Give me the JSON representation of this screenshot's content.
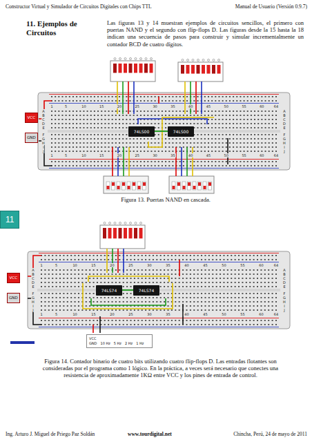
{
  "diagram": {
    "title": "11. Ejemplos de Circuitos",
    "nodes": [
      {
        "text": [
          "VCC",
          "GND"
        ]
      },
      {
        "text": [
          "74LS00"
        ]
      },
      {
        "text": [
          "74LS00"
        ]
      },
      {
        "text": [
          "11"
        ]
      },
      {
        "text": [
          "VCC",
          "GND"
        ]
      },
      {
        "text": [
          "74LS74"
        ]
      },
      {
        "text": [
          "74LS74"
        ]
      },
      {
        "text": [
          "VCC",
          "GND",
          "10 Hz",
          "5 Hz",
          "2 Hz",
          "1 Hz"
        ]
      }
    ],
    "edges": [
      {
        "from": 1,
        "to": 2,
        "arrow": "none"
      },
      {
        "from": 5,
        "to": 6,
        "arrow": "none"
      }
    ],
    "labels": [
      "Constructor Virtual y Simulador de Circuitos Digitales con Chips TTL",
      "Manual de Usuario (Versión 0.9.7)",
      "Las figuras 13 y 14 muestran ejemplos de circuitos sencillos, el primero con puertas NAND y el segundo con flip-flops D. Las figuras desde la 15 hasta la 18 indican una secuencia de pasos para construir y simular incrementalmente un contador BCD de cuatro dígitos.",
      "Figura 13. Puertas NAND en cascada.",
      "Figura 14. Contador binario de cuatro bits utilizando cuatro flip-flops D. Las entradas flotantes son consideradas por el programa como 1 lógico. En la práctica, a veces será necesario que conectes una resistencia de aproximadamente 1KΩ entre VCC y los pines de entrada de control.",
      "Ing. Arturo J. Miguel de Priego Paz Soldán",
      "www.tourdigital.net",
      "Chincha, Perú, 24 de mayo de 2011",
      "1",
      "5",
      "10",
      "15",
      "20",
      "25",
      "30",
      "35",
      "40",
      "45",
      "50",
      "55",
      "60",
      "64",
      "1",
      "5",
      "10",
      "15",
      "20",
      "25",
      "30",
      "35",
      "40",
      "45",
      "50",
      "55",
      "60",
      "64",
      "A",
      "B",
      "C",
      "D",
      "E",
      "F",
      "G",
      "H",
      "I",
      "J",
      "A",
      "B",
      "C",
      "D",
      "E",
      "F",
      "G",
      "H",
      "I",
      "J",
      "1",
      "5",
      "10",
      "15",
      "20",
      "25",
      "30",
      "35",
      "40",
      "45",
      "50",
      "55",
      "60",
      "64",
      "1",
      "5",
      "10",
      "15",
      "20",
      "25",
      "30",
      "35",
      "40",
      "45",
      "50",
      "55",
      "60",
      "64",
      "A",
      "B",
      "C",
      "D",
      "E",
      "F",
      "G",
      "H",
      "I",
      "J",
      "A",
      "B",
      "C",
      "D",
      "E",
      "F",
      "G",
      "H",
      "I",
      "J"
    ]
  }
}
